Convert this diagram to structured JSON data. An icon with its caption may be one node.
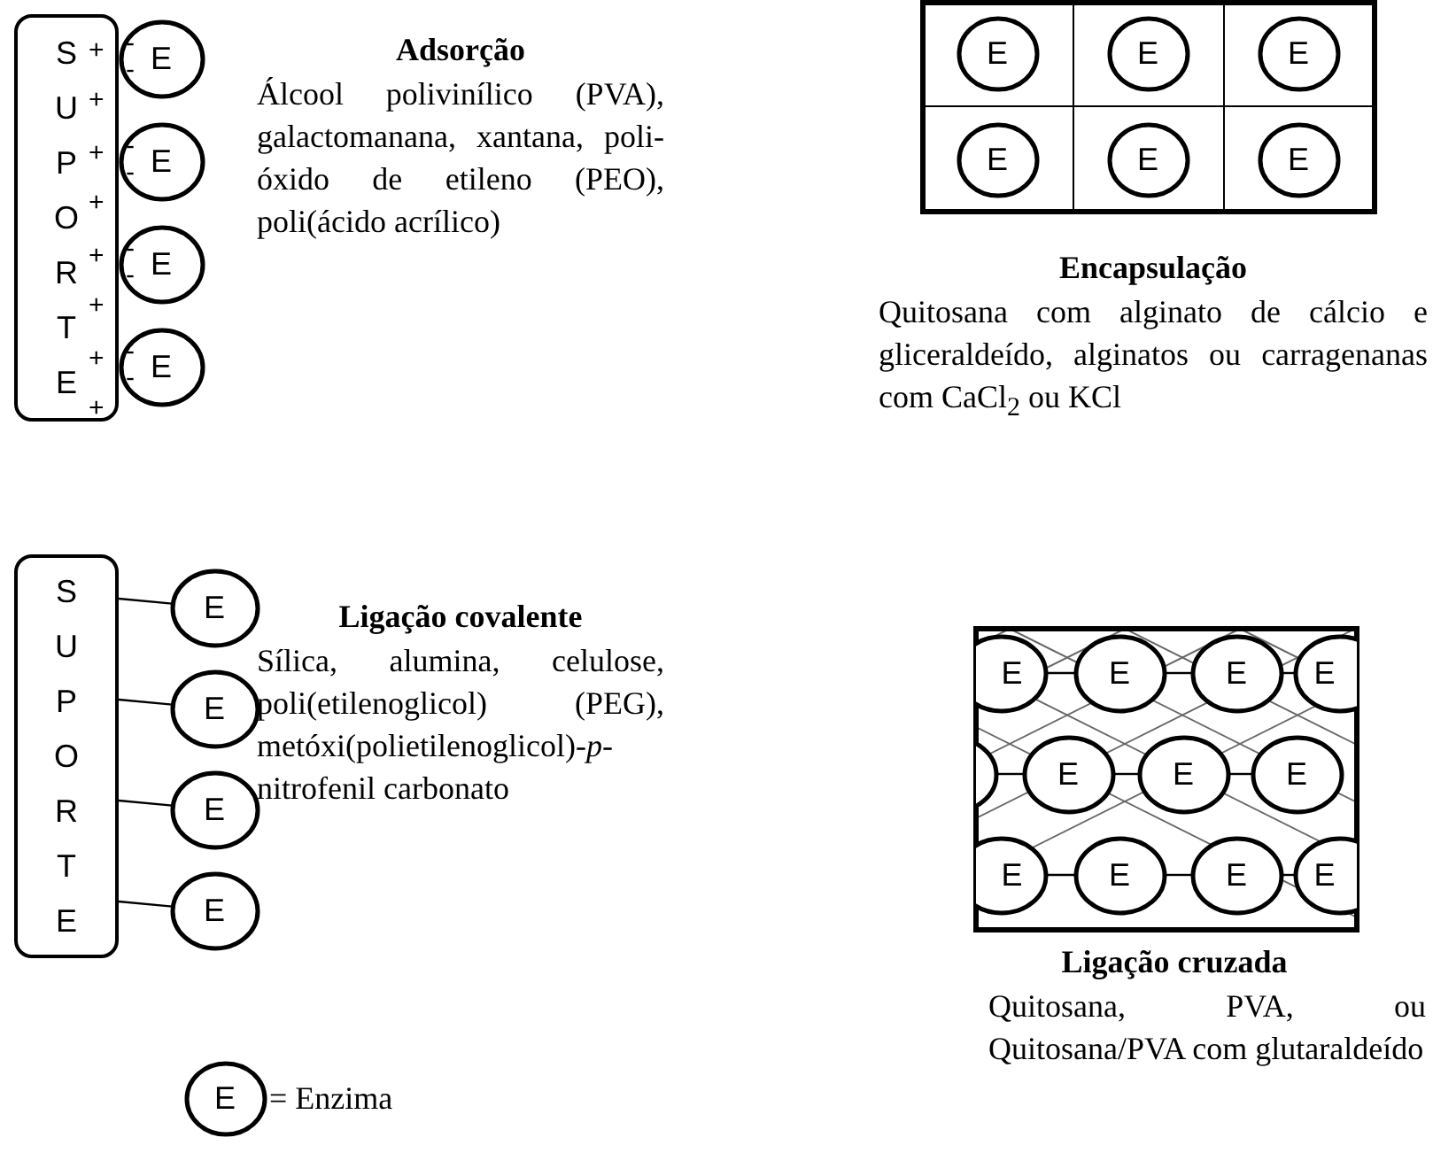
{
  "diagram": {
    "nodes": [
      {
        "text": [
          "SUPORTE"
        ]
      },
      {
        "text": [
          "E"
        ]
      },
      {
        "text": [
          "E"
        ]
      },
      {
        "text": [
          "E"
        ]
      },
      {
        "text": [
          "E"
        ]
      },
      {
        "text": [
          "E"
        ]
      },
      {
        "text": [
          "E"
        ]
      },
      {
        "text": [
          "E"
        ]
      },
      {
        "text": [
          "E"
        ]
      },
      {
        "text": [
          "E"
        ]
      },
      {
        "text": [
          "E"
        ]
      },
      {
        "text": [
          "SUPORTE"
        ]
      },
      {
        "text": [
          "E"
        ]
      },
      {
        "text": [
          "E"
        ]
      },
      {
        "text": [
          "E"
        ]
      },
      {
        "text": [
          "E"
        ]
      },
      {
        "text": [
          "E"
        ]
      },
      {
        "text": [
          "E"
        ]
      },
      {
        "text": [
          "E"
        ]
      },
      {
        "text": [
          "E"
        ]
      },
      {
        "text": [],
        "shape": "circle"
      },
      {
        "text": [
          "E"
        ]
      },
      {
        "text": [
          "E"
        ]
      },
      {
        "text": [
          "E"
        ]
      },
      {
        "text": [
          "E"
        ]
      },
      {
        "text": [
          "E"
        ]
      },
      {
        "text": [
          "E"
        ]
      },
      {
        "text": [
          "E"
        ]
      },
      {
        "text": [
          "E"
        ]
      }
    ],
    "edges": [
      {
        "from": 11,
        "to": 12,
        "arrow": "none"
      },
      {
        "from": 11,
        "to": 13,
        "arrow": "none"
      },
      {
        "from": 11,
        "to": 14,
        "arrow": "none"
      },
      {
        "from": 11,
        "to": 15,
        "arrow": "none"
      },
      {
        "from": 16,
        "to": 17,
        "arrow": "none"
      },
      {
        "from": 17,
        "to": 18,
        "arrow": "none"
      },
      {
        "from": 18,
        "to": 19,
        "arrow": "none"
      },
      {
        "from": 20,
        "to": 21,
        "arrow": "none"
      },
      {
        "from": 21,
        "to": 22,
        "arrow": "none"
      },
      {
        "from": 22,
        "to": 23,
        "arrow": "none"
      },
      {
        "from": 24,
        "to": 25,
        "arrow": "none"
      },
      {
        "from": 25,
        "to": 26,
        "arrow": "none"
      },
      {
        "from": 26,
        "to": 27,
        "arrow": "none"
      }
    ],
    "labels": [
      "+",
      "-",
      "+",
      "-",
      "+",
      "-",
      "+",
      "-",
      "+",
      "-",
      "+",
      "-",
      "+",
      "-",
      "+",
      "-",
      "Adsorção",
      "Álcool polivinílico (PVA), galactomanana, xantana, poli-óxido de etileno (PEO), poli(ácido acrílico)",
      "Encapsulação",
      "Quitosana com alginato de cálcio e gliceraldeído, alginatos ou carragenanas com CaCl$_{2}$ ou KCl",
      "Ligação covalente",
      "Sílica, alumina, celulose, poli(etilenoglicol) (PEG), metóxi(polietilenoglicol)-*p*-nitrofenil carbonato",
      "Ligação cruzada",
      "Quitosana, PVA, ou Quitosana/PVA com glutaraldeído",
      "= Enzima"
    ]
  }
}
